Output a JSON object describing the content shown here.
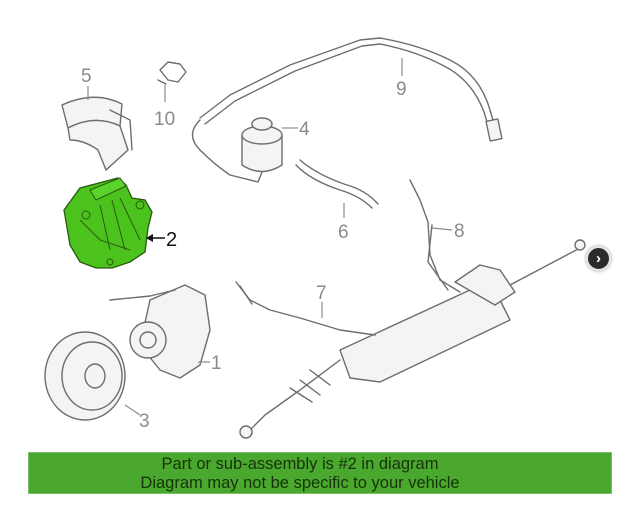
{
  "diagram": {
    "highlighted_part": "2",
    "highlight_color": "#4cc21c",
    "callouts": [
      "1",
      "2",
      "3",
      "4",
      "5",
      "6",
      "7",
      "8",
      "9",
      "10"
    ]
  },
  "next_button": {
    "icon": "chevron-right-icon",
    "glyph": "›"
  },
  "banner": {
    "line1": "Part or sub-assembly is #2 in diagram",
    "line2": "Diagram may not be specific to your vehicle",
    "color": "#4aa82e"
  }
}
